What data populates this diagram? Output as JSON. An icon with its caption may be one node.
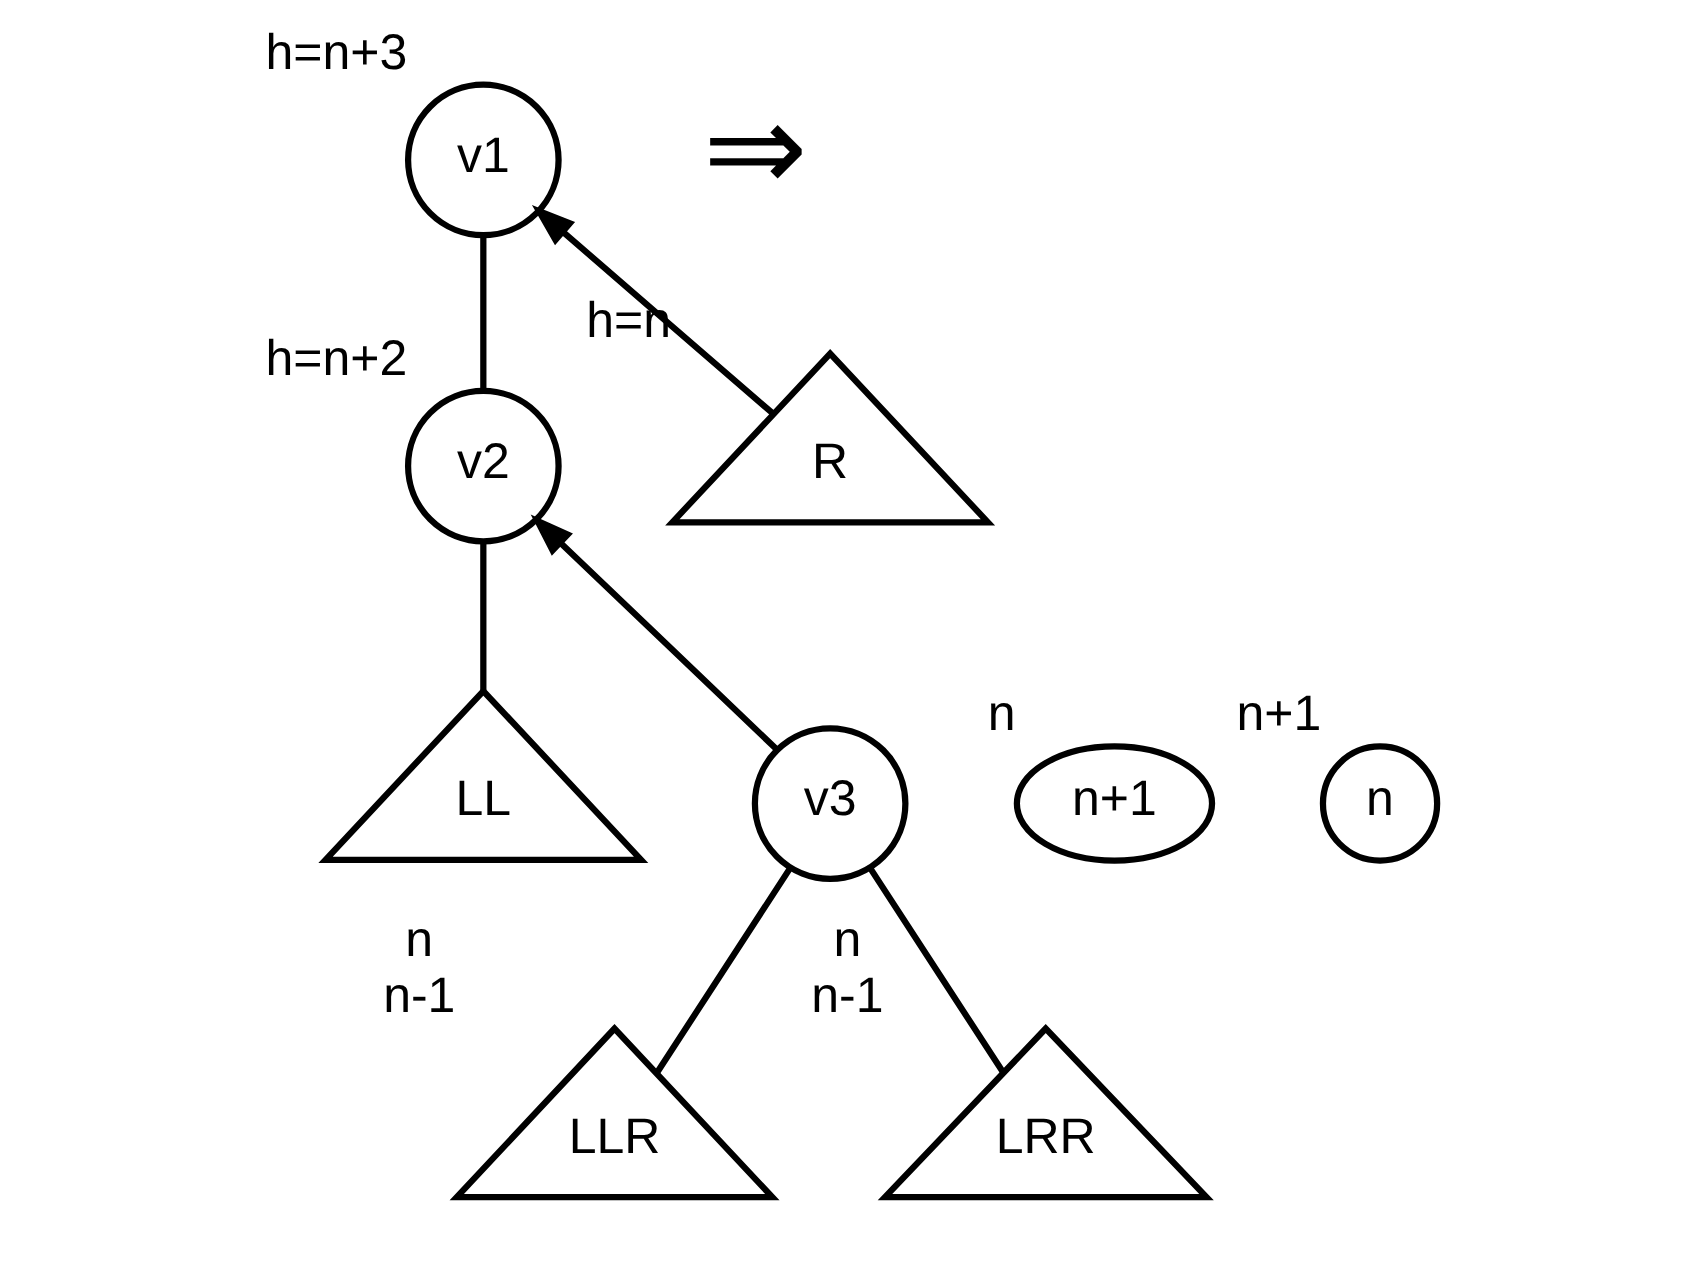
{
  "diagram": {
    "nodes": [
      {
        "text": [
          "v1"
        ],
        "beside": [
          "h=n+3"
        ]
      },
      {
        "text": [
          "v2"
        ],
        "beside": [
          "h=n+2"
        ]
      },
      {
        "text": [
          "R"
        ],
        "beside": [
          "h=n"
        ]
      },
      {
        "text": [
          "v3"
        ]
      },
      {
        "text": [
          "n+1"
        ],
        "beside": [
          "n"
        ]
      },
      {
        "text": [
          "LL"
        ]
      },
      {
        "text": [
          "n"
        ],
        "beside": [
          "n+1"
        ]
      },
      {
        "text": [
          "LLR"
        ],
        "beside": [
          "n",
          "n-1"
        ]
      },
      {
        "text": [
          "LRR"
        ],
        "beside": [
          "n",
          "n-1"
        ]
      }
    ],
    "edges": [
      {
        "from": 0,
        "to": 1,
        "arrow": "none"
      },
      {
        "from": 2,
        "to": 0,
        "arrow": "to"
      },
      {
        "from": 1,
        "to": 5,
        "arrow": "none"
      },
      {
        "from": 3,
        "to": 1,
        "arrow": "to"
      },
      {
        "from": 3,
        "to": 7,
        "arrow": "none"
      },
      {
        "from": 3,
        "to": 8,
        "arrow": "none"
      }
    ],
    "labels": [
      "⇒"
    ]
  }
}
